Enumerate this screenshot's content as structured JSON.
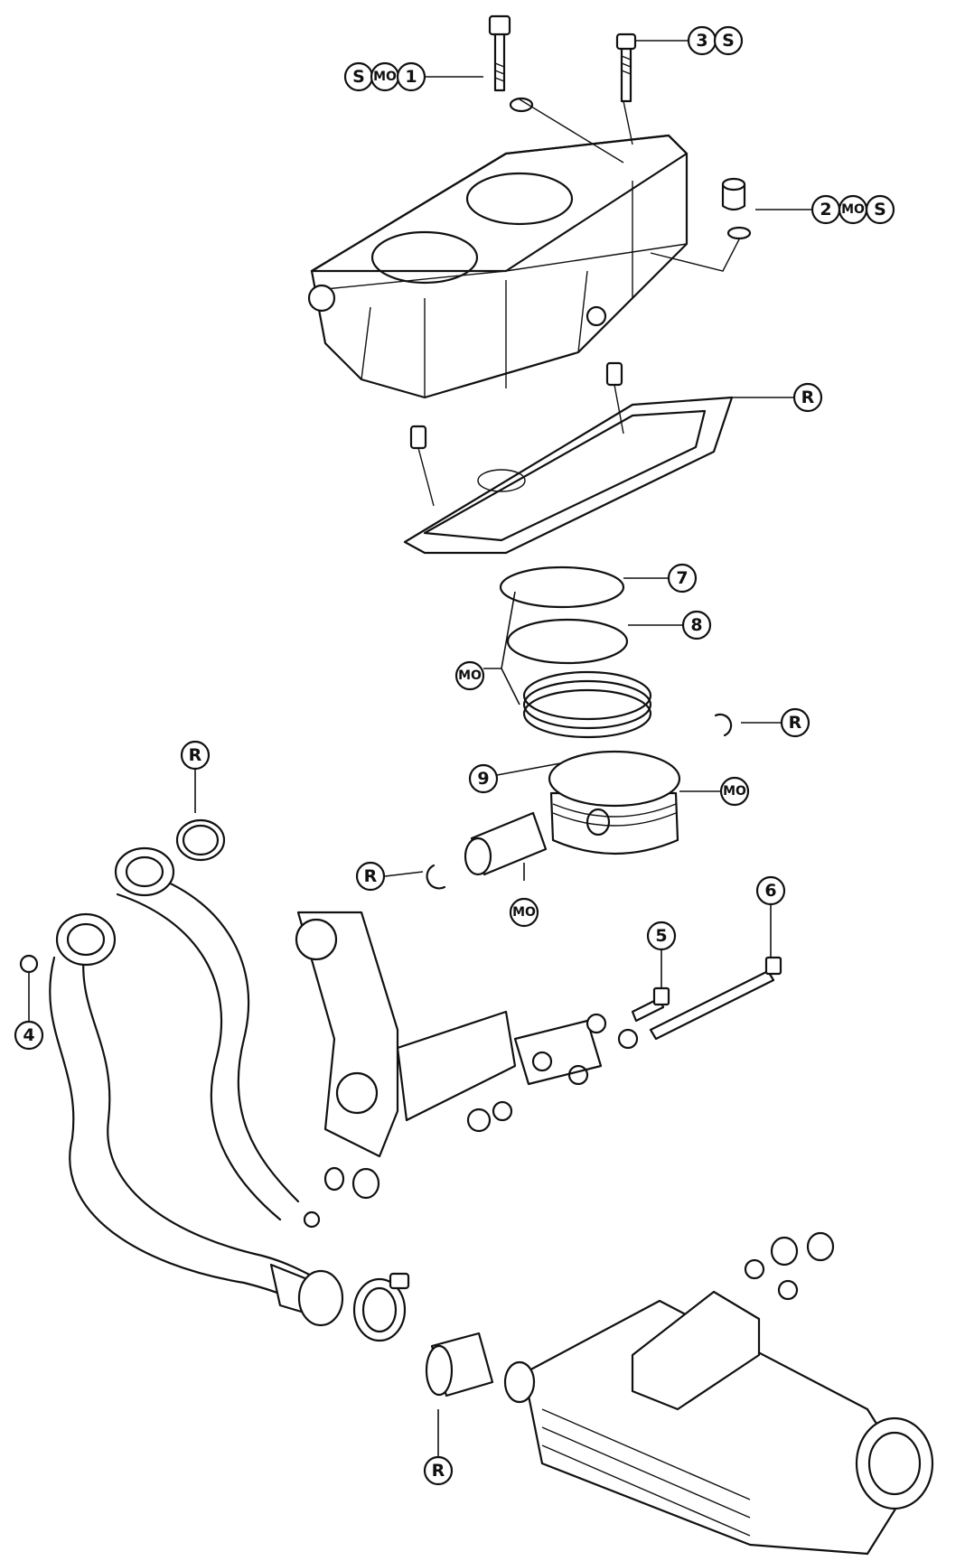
{
  "callouts": [
    {
      "id": "c1",
      "codes": [
        "S",
        "MO",
        "1"
      ]
    },
    {
      "id": "c3",
      "codes": [
        "3",
        "S"
      ]
    },
    {
      "id": "c2",
      "codes": [
        "2",
        "MO",
        "S"
      ]
    },
    {
      "id": "cR1",
      "codes": [
        "R"
      ]
    },
    {
      "id": "c7",
      "codes": [
        "7"
      ]
    },
    {
      "id": "c8",
      "codes": [
        "8"
      ]
    },
    {
      "id": "cMO1",
      "codes": [
        "MO"
      ]
    },
    {
      "id": "cR2",
      "codes": [
        "R"
      ]
    },
    {
      "id": "c9",
      "codes": [
        "9"
      ]
    },
    {
      "id": "cMO2",
      "codes": [
        "MO"
      ]
    },
    {
      "id": "cR3",
      "codes": [
        "R"
      ]
    },
    {
      "id": "cR4",
      "codes": [
        "R"
      ]
    },
    {
      "id": "cMO3",
      "codes": [
        "MO"
      ]
    },
    {
      "id": "c6",
      "codes": [
        "6"
      ]
    },
    {
      "id": "c5",
      "codes": [
        "5"
      ]
    },
    {
      "id": "c4",
      "codes": [
        "4"
      ]
    },
    {
      "id": "cR5",
      "codes": [
        "R"
      ]
    }
  ]
}
